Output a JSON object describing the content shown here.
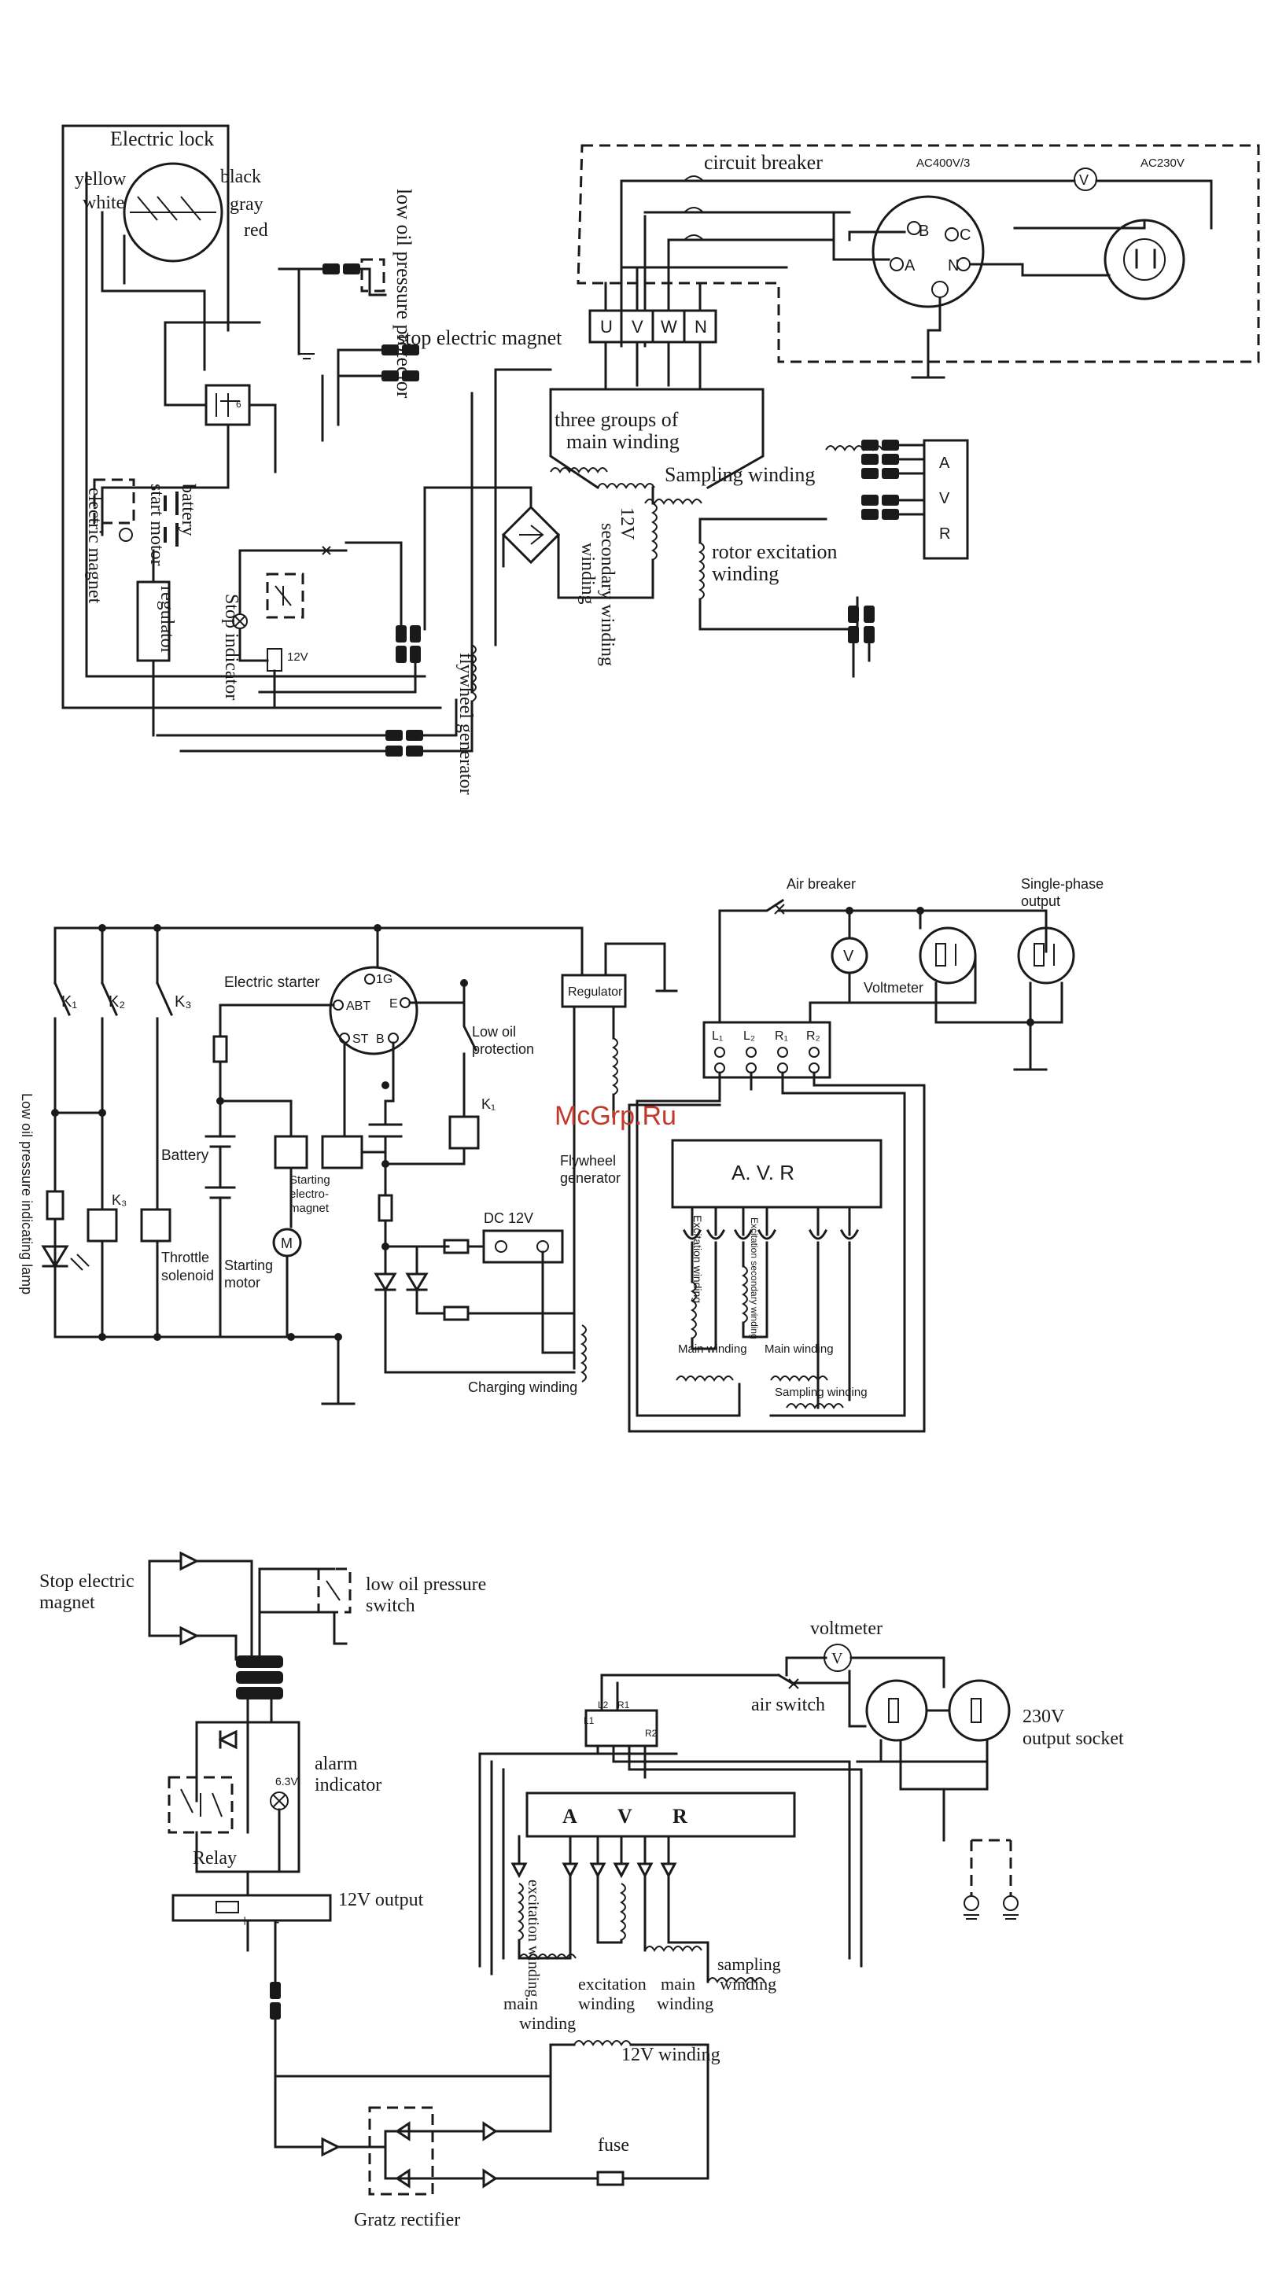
{
  "watermark": "McGrp.Ru",
  "diagram1": {
    "electric_lock": "Electric lock",
    "yellow": "yellow",
    "black": "black",
    "white": "white",
    "gray": "gray",
    "red": "red",
    "low_oil_pressure_protector": "low oil pressure protector",
    "stop_electric_magnet": "stop electric magnet",
    "circuit_breaker": "circuit breaker",
    "ac400": "AC400V/3",
    "ac230": "AC230V",
    "voltmeter_symbol": "V",
    "terminals": [
      "U",
      "V",
      "W",
      "N"
    ],
    "socket_b": "B",
    "socket_c": "C",
    "socket_a": "A",
    "socket_n": "N",
    "three_groups_line1": "three groups of",
    "three_groups_line2": "main winding",
    "sampling_winding": "Sampling winding",
    "avr": [
      "A",
      "V",
      "R"
    ],
    "rotor_excitation_line1": "rotor excitation",
    "rotor_excitation_line2": "winding",
    "winding_12v": "12V",
    "secondary_winding": "secondary winding",
    "winding_word": "winding",
    "flywheel_generator": "flywheel generator",
    "battery": "battery",
    "start_motor": "start motor",
    "electric_magnet": "electric magnet",
    "regulator": "regulator",
    "stop_indicator": "Stop indicator",
    "label_12v": "12V"
  },
  "diagram2": {
    "k1": "K₁",
    "k2": "K₂",
    "k3": "K₃",
    "k3_coil": "K₃",
    "k1_coil": "K₁",
    "low_oil_lamp": "Low oil pressure indicating lamp",
    "electric_starter": "Electric starter",
    "terminal_1g": "1G",
    "terminal_abt": "ABT",
    "terminal_e": "E",
    "terminal_st": "ST",
    "terminal_b": "B",
    "battery": "Battery",
    "throttle_line1": "Throttle",
    "throttle_line2": "solenoid",
    "starting_motor_line1": "Starting",
    "starting_motor_line2": "motor",
    "motor_symbol": "M",
    "starting_magnet_line1": "Starting",
    "starting_magnet_line2": "electro-",
    "starting_magnet_line3": "magnet",
    "low_oil_protection_line1": "Low oil",
    "low_oil_protection_line2": "protection",
    "regulator": "Regulator",
    "flywheel_line1": "Flywheel",
    "flywheel_line2": "generator",
    "dc12v": "DC 12V",
    "charging_winding": "Charging winding",
    "air_breaker": "Air breaker",
    "single_phase_line1": "Single-phase",
    "single_phase_line2": "output",
    "voltmeter": "Voltmeter",
    "voltmeter_symbol": "V",
    "terminals": [
      "L₁",
      "L₂",
      "R₁",
      "R₂"
    ],
    "avr": "A. V. R",
    "excitation_winding": "Excitation winding",
    "excitation_secondary": "Excitation secondary winding",
    "main_winding_a": "Main winding",
    "main_winding_b": "Main winding",
    "sampling_winding": "Sampling winding"
  },
  "diagram3": {
    "stop_magnet_line1": "Stop electric",
    "stop_magnet_line2": "magnet",
    "low_oil_switch_line1": "low oil pressure",
    "low_oil_switch_line2": "switch",
    "alarm_line1": "alarm",
    "alarm_line2": "indicator",
    "alarm_voltage": "6.3V",
    "relay": "Relay",
    "output_12v": "12V output",
    "plus": "+",
    "minus": "-",
    "voltmeter": "voltmeter",
    "voltmeter_symbol": "V",
    "air_switch": "air switch",
    "output_230_line1": "230V",
    "output_230_line2": "output socket",
    "terminals": [
      "L1",
      "L2",
      "R1",
      "R2"
    ],
    "avr": [
      "A",
      "V",
      "R"
    ],
    "excitation_winding": "excitation winding",
    "main_winding_line1": "main",
    "main_winding_line2": "winding",
    "excitation_line1": "excitation",
    "excitation_line2": "winding",
    "main2_line1": "main",
    "main2_line2": "winding",
    "sampling_line1": "sampling",
    "sampling_line2": "winding",
    "winding_12v": "12V winding",
    "fuse": "fuse",
    "gratz": "Gratz rectifier"
  }
}
